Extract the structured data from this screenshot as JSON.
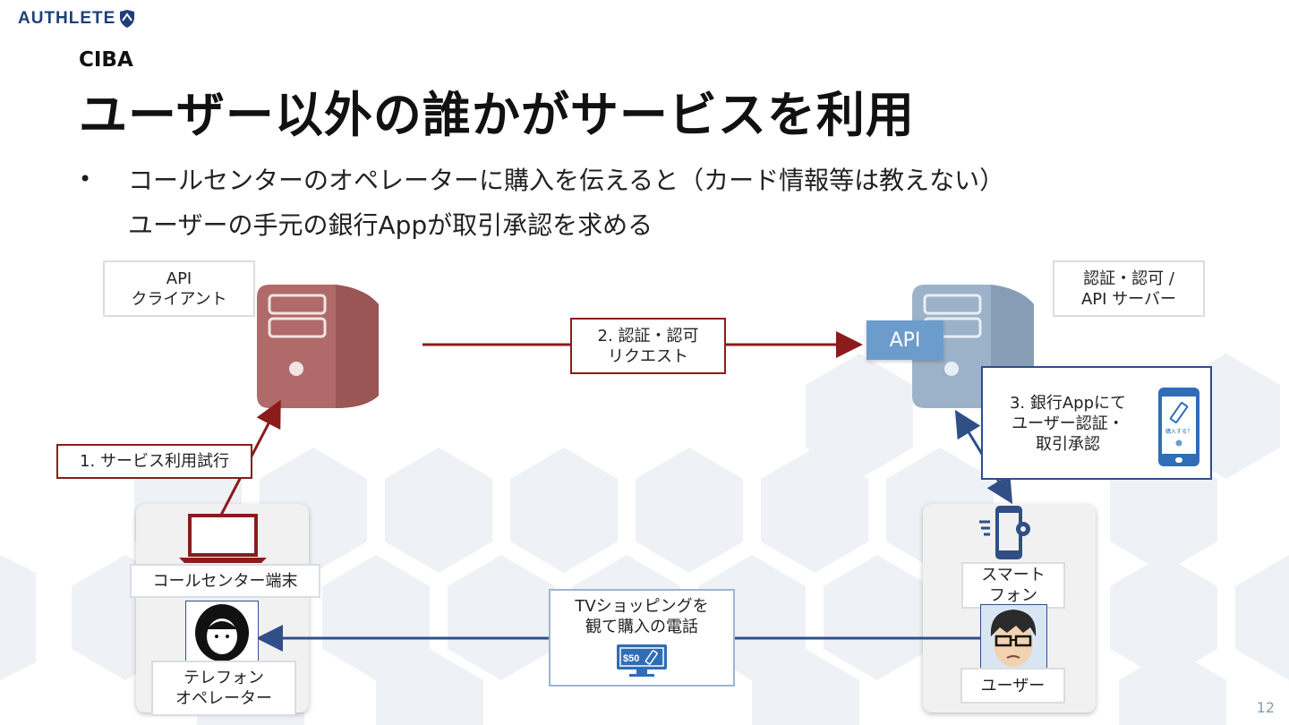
{
  "brand": {
    "logo_text": "AUTHLETE"
  },
  "slide": {
    "subtitle": "CIBA",
    "title": "ユーザー以外の誰かがサービスを利用",
    "bullet_line_1": "コールセンターのオペレーターに購入を伝えると（カード情報等は教えない）",
    "bullet_line_2": "ユーザーの手元の銀行Appが取引承認を求める",
    "page_number": "12"
  },
  "diagram": {
    "client_line_1": "API",
    "client_line_2": "クライアント",
    "server_line_1": "認証・認可 /",
    "server_line_2": "API サーバー",
    "api_tag": "API",
    "step1": "1. サービス利用試行",
    "step2_line_1": "2. 認証・認可",
    "step2_line_2": "リクエスト",
    "step3_line_1": "3. 銀行Appにて",
    "step3_line_2": "ユーザー認証・",
    "step3_line_3": "取引承認",
    "phone_screen_text": "購入する？",
    "call_center_terminal": "コールセンター端末",
    "operator_line_1": "テレフォン",
    "operator_line_2": "オペレーター",
    "smartphone_line_1": "スマート",
    "smartphone_line_2": "フォン",
    "user_label": "ユーザー",
    "tv_line_1": "TVショッピングを",
    "tv_line_2": "観て購入の電話",
    "tv_price": "$50",
    "colors": {
      "red": "#8b1c1c",
      "blue": "#2f4f86",
      "server_red": "#b06a6a",
      "server_blue": "#9cb2c8"
    }
  }
}
